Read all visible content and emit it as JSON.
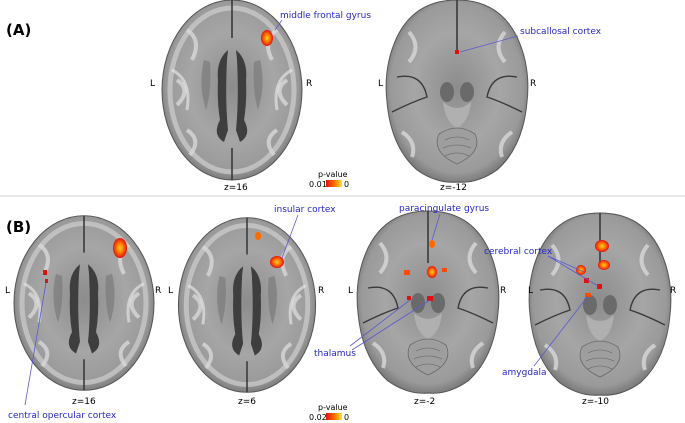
{
  "panels": {
    "a": "(A)",
    "b": "(B)"
  },
  "side": {
    "left": "L",
    "right": "R"
  },
  "colors": {
    "annotation": "#2626c8",
    "activation_hot": "#ffd21e",
    "activation_mid": "#ff6a00",
    "activation_low": "#e01010"
  },
  "slices": {
    "a1": {
      "z": "z=16"
    },
    "a2": {
      "z": "z=-12"
    },
    "b1": {
      "z": "z=16"
    },
    "b2": {
      "z": "z=6"
    },
    "b3": {
      "z": "z=-2"
    },
    "b4": {
      "z": "z=-10"
    }
  },
  "labels": {
    "middle_frontal_gyrus": "middle frontal gyrus",
    "subcallosal_cortex": "subcallosal cortex",
    "insular_cortex": "insular cortex",
    "paracingulate_gyrus": "paracingulate gyrus",
    "cerebral_cortex": "cerebral cortex",
    "thalamus": "thalamus",
    "amygdala": "amygdala",
    "central_opercular_cortex": "central opercular cortex"
  },
  "legend_a": {
    "title": "p-value",
    "min": "0.01",
    "max": "0"
  },
  "legend_b": {
    "title": "p-value",
    "min": "0.02",
    "max": "0"
  }
}
